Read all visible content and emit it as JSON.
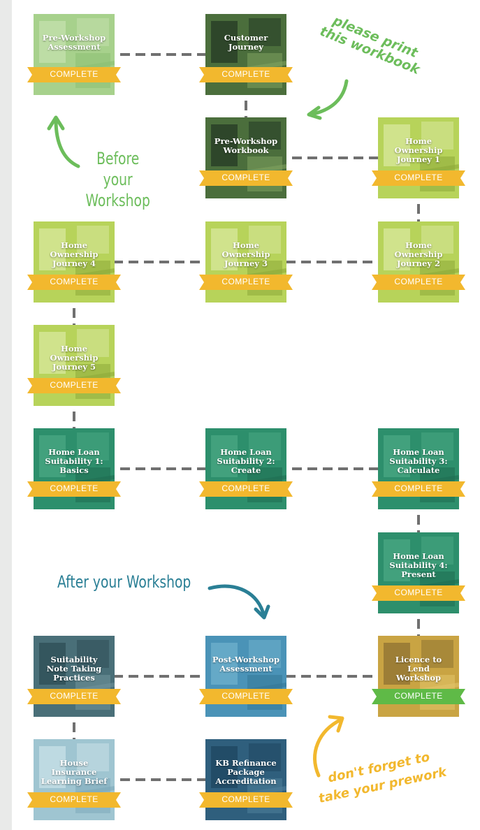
{
  "tiles": [
    {
      "key": "pre-workshop-assessment",
      "title": "Pre-Workshop\nAssessment",
      "status": "COMPLETE",
      "theme": "lightgreen"
    },
    {
      "key": "customer-journey",
      "title": "Customer\nJourney",
      "status": "COMPLETE",
      "theme": "darkphoto"
    },
    {
      "key": "pre-workshop-workbook",
      "title": "Pre-Workshop\nWorkbook",
      "status": "COMPLETE",
      "theme": "darkphoto"
    },
    {
      "key": "home-ownership-journey-1",
      "title": "Home\nOwnership\nJourney 1",
      "status": "COMPLETE",
      "theme": "lime"
    },
    {
      "key": "home-ownership-journey-2",
      "title": "Home\nOwnership\nJourney 2",
      "status": "COMPLETE",
      "theme": "lime"
    },
    {
      "key": "home-ownership-journey-3",
      "title": "Home\nOwnership\nJourney 3",
      "status": "COMPLETE",
      "theme": "lime"
    },
    {
      "key": "home-ownership-journey-4",
      "title": "Home\nOwnership\nJourney 4",
      "status": "COMPLETE",
      "theme": "lime"
    },
    {
      "key": "home-ownership-journey-5",
      "title": "Home\nOwnership\nJourney 5",
      "status": "COMPLETE",
      "theme": "lime"
    },
    {
      "key": "home-loan-suitability-1",
      "title": "Home Loan\nSuitability 1:\nBasics",
      "status": "COMPLETE",
      "theme": "teal"
    },
    {
      "key": "home-loan-suitability-2",
      "title": "Home Loan\nSuitability 2:\nCreate",
      "status": "COMPLETE",
      "theme": "teal"
    },
    {
      "key": "home-loan-suitability-3",
      "title": "Home Loan\nSuitability 3:\nCalculate",
      "status": "COMPLETE",
      "theme": "teal"
    },
    {
      "key": "home-loan-suitability-4",
      "title": "Home Loan\nSuitability 4:\nPresent",
      "status": "COMPLETE",
      "theme": "teal"
    },
    {
      "key": "licence-to-lend-workshop",
      "title": "Licence to\nLend\nWorkshop",
      "status": "COMPLETE",
      "theme": "gold"
    },
    {
      "key": "post-workshop-assessment",
      "title": "Post-Workshop\nAssessment",
      "status": "COMPLETE",
      "theme": "blue"
    },
    {
      "key": "suitability-note-taking-practices",
      "title": "Suitability\nNote Taking\nPractices",
      "status": "COMPLETE",
      "theme": "slate"
    },
    {
      "key": "house-insurance-learning-brief",
      "title": "House\nInsurance\nLearning Brief",
      "status": "COMPLETE",
      "theme": "pale"
    },
    {
      "key": "kb-refinance-package-accreditation",
      "title": "KB Refinance\nPackage\nAccreditation",
      "status": "COMPLETE",
      "theme": "navy"
    }
  ],
  "annotations": {
    "please_print": "please print\nthis workbook",
    "before_workshop": "Before your\nWorkshop",
    "after_workshop": "After your Workshop",
    "dont_forget": "don't forget to\ntake your prework"
  },
  "colors": {
    "ribbon": "#f2b82e",
    "ribbon_done": "#5fba47",
    "connector": "#707070",
    "annot_green": "#6cbd5b",
    "annot_teal": "#2a7f95",
    "annot_gold": "#f2b82e"
  }
}
